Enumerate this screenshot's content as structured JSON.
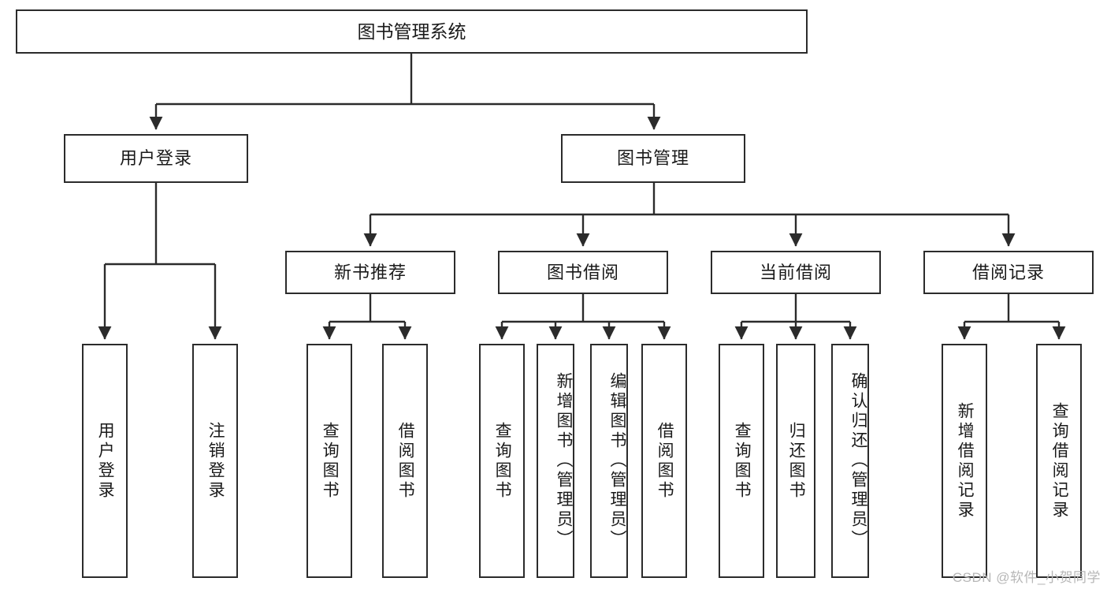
{
  "diagram": {
    "title": "图书管理系统",
    "type": "hierarchy-tree",
    "orientation": "top-down",
    "colors": {
      "box_border": "#2b2b2b",
      "box_fill": "#ffffff",
      "connector": "#2b2b2b",
      "watermark": "#b7b7b7",
      "background": "#ffffff"
    },
    "root": {
      "label": "图书管理系统"
    },
    "level2": [
      {
        "label": "用户登录"
      },
      {
        "label": "图书管理"
      }
    ],
    "level3": [
      {
        "label": "新书推荐"
      },
      {
        "label": "图书借阅"
      },
      {
        "label": "当前借阅"
      },
      {
        "label": "借阅记录"
      }
    ],
    "leaves": {
      "user_login": [
        {
          "label": "用户登录"
        },
        {
          "label": "注销登录"
        }
      ],
      "new_book_recommend": [
        {
          "label": "查询图书"
        },
        {
          "label": "借阅图书"
        }
      ],
      "book_borrow": [
        {
          "label": "查询图书"
        },
        {
          "label": "新增图书（管理员）"
        },
        {
          "label": "编辑图书（管理员）"
        },
        {
          "label": "借阅图书"
        }
      ],
      "current_borrow": [
        {
          "label": "查询图书"
        },
        {
          "label": "归还图书"
        },
        {
          "label": "确认归还（管理员）"
        }
      ],
      "borrow_record": [
        {
          "label": "新增借阅记录"
        },
        {
          "label": "查询借阅记录"
        }
      ]
    },
    "watermark": "CSDN @软件_小贺同学"
  }
}
